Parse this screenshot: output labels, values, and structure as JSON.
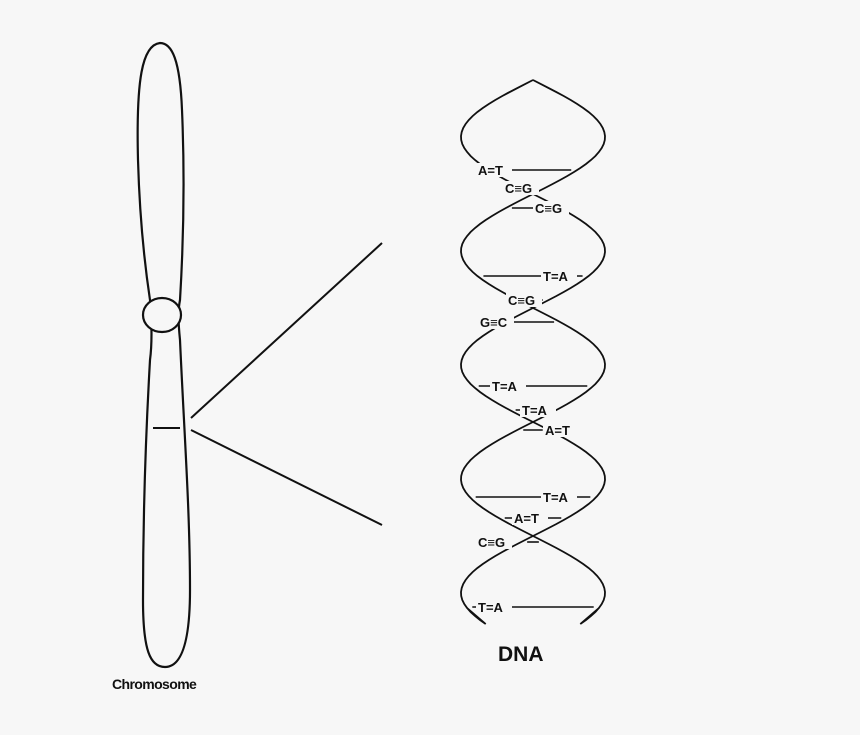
{
  "labels": {
    "chromosome": "Chromosome",
    "dna": "DNA"
  },
  "base_pairs": [
    "A=T",
    "C≡G",
    "C≡G",
    "T=A",
    "C≡G",
    "G≡C",
    "T=A",
    "T=A",
    "A=T",
    "T=A",
    "A=T",
    "C≡G",
    "T=A"
  ],
  "colors": {
    "background": "#f7f7f7",
    "ink": "#111111"
  }
}
